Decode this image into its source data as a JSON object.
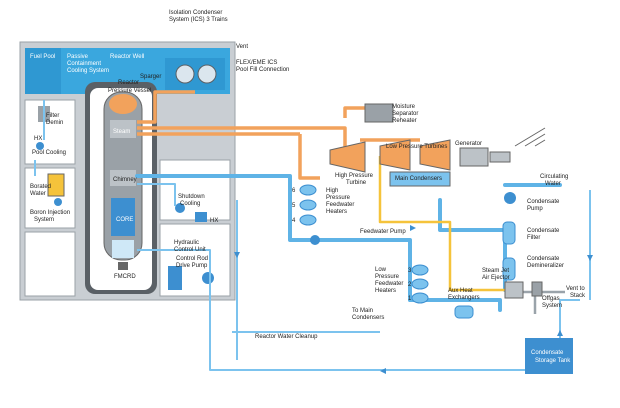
{
  "labels": {
    "fuel_pool": "Fuel Pool",
    "passive_containment_1": "Passive",
    "passive_containment_2": "Containment",
    "passive_containment_3": "Cooling System",
    "reactor_well": "Reactor Well",
    "sparger": "Sparger",
    "reactor": "Reactor",
    "pressure_vessel": "Pressure Vessel",
    "ics_1": "Isolation Condenser",
    "ics_2": "System (ICS) 3 Trains",
    "vent": "Vent",
    "flex_1": "FLEX/EME ICS",
    "flex_2": "Pool Fill Connection",
    "filter": "Filter",
    "demin": "Demin",
    "hx": "HX",
    "pool_cooling": "Pool Cooling",
    "borated": "Borated",
    "water": "Water",
    "boron_injection": "Boron Injection",
    "system": "System",
    "steam": "Steam",
    "chimney": "Chimney",
    "core": "CORE",
    "fmcrd": "FMCRD",
    "shutdown": "Shutdown",
    "cooling": "Cooling",
    "hydraulic": "Hydraulic",
    "control_unit": "Control Unit",
    "control_rod": "Control Rod",
    "drive_pump": "Drive Pump",
    "moisture": "Moisture",
    "separator": "Separator",
    "reheater": "Reheater",
    "lp_turbines": "Low Pressure Turbines",
    "generator": "Generator",
    "high_pressure": "High Pressure",
    "turbine": "Turbine",
    "main_condensers": "Main Condensers",
    "circulating": "Circulating",
    "condensate": "Condensate",
    "pump": "Pump",
    "demineralizer": "Demineralizer",
    "high": "High",
    "pressure": "Pressure",
    "feedwater": "Feedwater",
    "heaters": "Heaters",
    "feedwater_pump": "Feedwater Pump",
    "low": "Low",
    "n1": "1",
    "n2": "2",
    "n3": "3",
    "n4": "4",
    "n5": "5",
    "n6": "6",
    "steam_jet": "Steam Jet",
    "air_ejector": "Air Ejector",
    "aux_heat": "Aux Heat",
    "exchangers": "Exchangers",
    "offgas": "Offgas",
    "vent_to": "Vent to",
    "stack": "Stack",
    "to_main": "To Main",
    "condensers": "Condensers",
    "rwcu": "Reactor Water Cleanup",
    "cst_1": "Condensate",
    "cst_2": "Storage Tank"
  },
  "colors": {
    "pool_blue": "#3aa7de",
    "steam_orange": "#f2a25c",
    "water_blue": "#5fb3e6",
    "ejector_yellow": "#f5c33b",
    "building_gray": "#c9ced3"
  }
}
